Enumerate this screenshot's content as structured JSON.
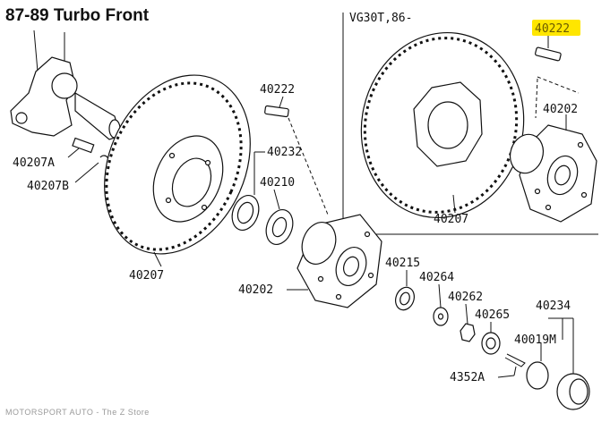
{
  "diagram": {
    "title": "87-89 Turbo Front",
    "inset_label": "VG30T,86-",
    "footer": "MOTORSPORT AUTO - The Z Store",
    "highlight_color": "#ffe600",
    "callouts": [
      {
        "id": "c-40222-inset",
        "text": "40222",
        "highlight": true
      },
      {
        "id": "c-40202-inset",
        "text": "40202"
      },
      {
        "id": "c-40207-inset",
        "text": "40207"
      },
      {
        "id": "c-40222",
        "text": "40222"
      },
      {
        "id": "c-40232",
        "text": "40232"
      },
      {
        "id": "c-40210",
        "text": "40210"
      },
      {
        "id": "c-40207",
        "text": "40207"
      },
      {
        "id": "c-40207A",
        "text": "40207A"
      },
      {
        "id": "c-40207B",
        "text": "40207B"
      },
      {
        "id": "c-40202",
        "text": "40202"
      },
      {
        "id": "c-40215",
        "text": "40215"
      },
      {
        "id": "c-40264",
        "text": "40264"
      },
      {
        "id": "c-40262",
        "text": "40262"
      },
      {
        "id": "c-40265",
        "text": "40265"
      },
      {
        "id": "c-40234",
        "text": "40234"
      },
      {
        "id": "c-40019M",
        "text": "40019M"
      },
      {
        "id": "c-4352A",
        "text": "4352A"
      }
    ]
  }
}
